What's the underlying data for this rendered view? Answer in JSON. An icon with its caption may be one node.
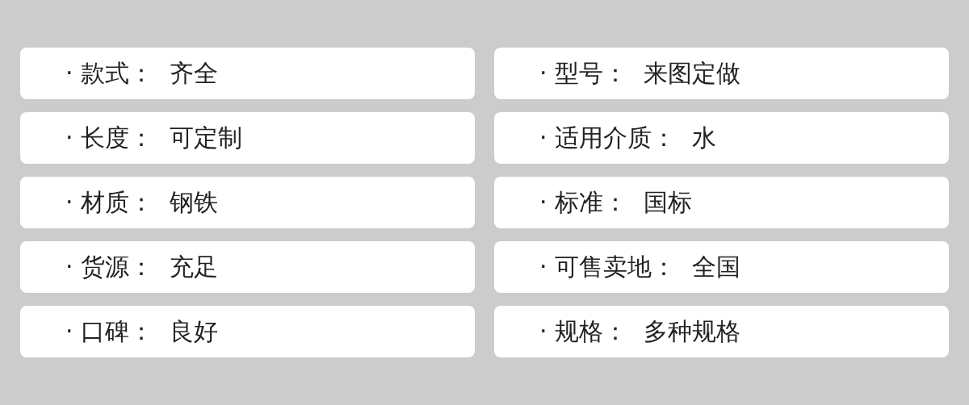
{
  "diagram": {
    "nodes": [
      {
        "text": [
          "· 款式：",
          "齐全"
        ]
      },
      {
        "text": [
          "· 型号：",
          "来图定做"
        ]
      },
      {
        "text": [
          "· 长度：",
          "可定制"
        ]
      },
      {
        "text": [
          "· 适用介质：",
          "水"
        ]
      },
      {
        "text": [
          "· 材质：",
          "钢铁"
        ]
      },
      {
        "text": [
          "· 标准：",
          "国标"
        ]
      },
      {
        "text": [
          "· 货源：",
          "充足"
        ]
      },
      {
        "text": [
          "· 可售卖地：",
          "全国"
        ]
      },
      {
        "text": [
          "· 口碑：",
          "良好"
        ]
      },
      {
        "text": [
          "· 规格：",
          "多种规格"
        ]
      }
    ]
  }
}
